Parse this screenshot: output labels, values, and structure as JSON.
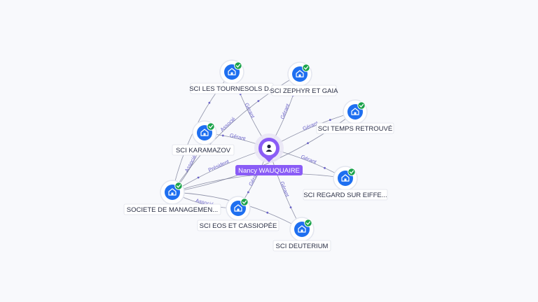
{
  "diagram": {
    "center": {
      "label": "Nancy WAUQUAIRE",
      "icon": "person-icon",
      "color": "#8a5cf6"
    },
    "colors": {
      "node_fill": "#1e6ff0",
      "badge": "#1aa34a",
      "edge": "#6b6f8c",
      "edge_label": "#6b63c9"
    },
    "nodes": [
      {
        "id": "tournesols",
        "label": "SCI LES TOURNESOLS D...",
        "icon": "building-icon",
        "verified": true
      },
      {
        "id": "zephyr",
        "label": "SCI ZEPHYR ET GAIA",
        "icon": "building-icon",
        "verified": true
      },
      {
        "id": "temps",
        "label": "SCI TEMPS RETROUVÉ",
        "icon": "building-icon",
        "verified": true
      },
      {
        "id": "karamazov",
        "label": "SCI KARAMAZOV",
        "icon": "building-icon",
        "verified": true
      },
      {
        "id": "regard",
        "label": "SCI REGARD SUR EIFFE...",
        "icon": "building-icon",
        "verified": true
      },
      {
        "id": "societe",
        "label": "SOCIETE DE MANAGEMEN...",
        "icon": "building-icon",
        "verified": true
      },
      {
        "id": "eos",
        "label": "SCI EOS ET CASSIOPÉE",
        "icon": "building-icon",
        "verified": true
      },
      {
        "id": "deuterium",
        "label": "SCI DEUTERIUM",
        "icon": "building-icon",
        "verified": true
      }
    ],
    "edges": [
      {
        "from": "center",
        "to": "tournesols",
        "label": "Gérant"
      },
      {
        "from": "center",
        "to": "zephyr",
        "label": "Gérant"
      },
      {
        "from": "center",
        "to": "temps",
        "label": "Gérant"
      },
      {
        "from": "center",
        "to": "karamazov",
        "label": "Gérant"
      },
      {
        "from": "center",
        "to": "regard",
        "label": "Gérant"
      },
      {
        "from": "center",
        "to": "societe",
        "label": "Président"
      },
      {
        "from": "center",
        "to": "eos",
        "label": "Gérant"
      },
      {
        "from": "center",
        "to": "deuterium",
        "label": "Gérant"
      },
      {
        "from": "societe",
        "to": "tournesols",
        "label": ""
      },
      {
        "from": "societe",
        "to": "karamazov",
        "label": "Associé"
      },
      {
        "from": "societe",
        "to": "zephyr",
        "label": "Associé"
      },
      {
        "from": "societe",
        "to": "temps",
        "label": ""
      },
      {
        "from": "societe",
        "to": "regard",
        "label": "Associé"
      },
      {
        "from": "societe",
        "to": "eos",
        "label": "Associé"
      },
      {
        "from": "societe",
        "to": "deuterium",
        "label": ""
      }
    ]
  }
}
